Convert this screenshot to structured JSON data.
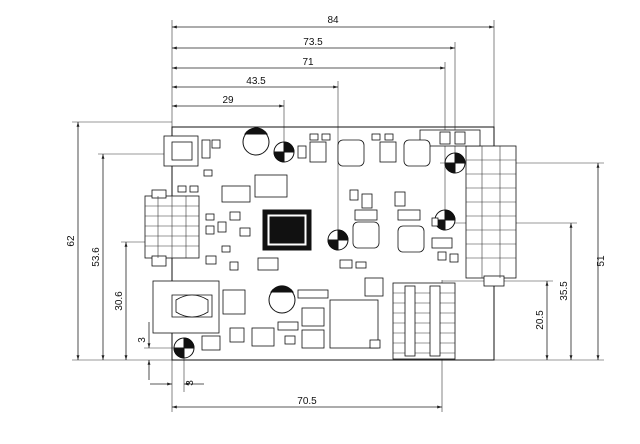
{
  "drawing": {
    "top_dimensions": [
      "84",
      "73.5",
      "71",
      "43.5",
      "29"
    ],
    "bottom_dimension": "70.5",
    "left_dimensions": [
      "62",
      "53.6",
      "30.6",
      "3"
    ],
    "small_dimension_bottom": "3",
    "right_dimensions": [
      "51",
      "35.5",
      "20.5"
    ]
  }
}
